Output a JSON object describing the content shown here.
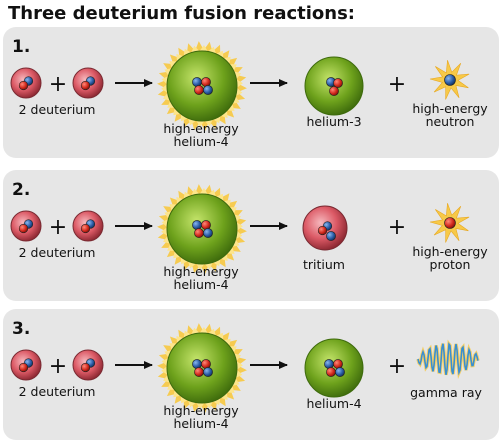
{
  "title": "Three deuterium fusion reactions:",
  "plus_sign": "+",
  "colors": {
    "panel_bg": "#e6e6e6",
    "deuterium": "#d94a57",
    "helium": "#6ea21c",
    "glow": "#f7c948",
    "proton_particle": "#c8281e",
    "neutron_particle": "#2c5ea8",
    "gamma_wave": "#3a8fd0"
  },
  "reactions": [
    {
      "number": "1.",
      "reactant_label": "2 deuterium",
      "intermediate_label": [
        "high-energy",
        "helium-4"
      ],
      "product_label": "helium-3",
      "emitted_label": [
        "high-energy",
        "neutron"
      ]
    },
    {
      "number": "2.",
      "reactant_label": "2 deuterium",
      "intermediate_label": [
        "high-energy",
        "helium-4"
      ],
      "product_label": "tritium",
      "emitted_label": [
        "high-energy",
        "proton"
      ]
    },
    {
      "number": "3.",
      "reactant_label": "2 deuterium",
      "intermediate_label": [
        "high-energy",
        "helium-4"
      ],
      "product_label": "helium-4",
      "emitted_label": [
        "gamma ray"
      ]
    }
  ]
}
